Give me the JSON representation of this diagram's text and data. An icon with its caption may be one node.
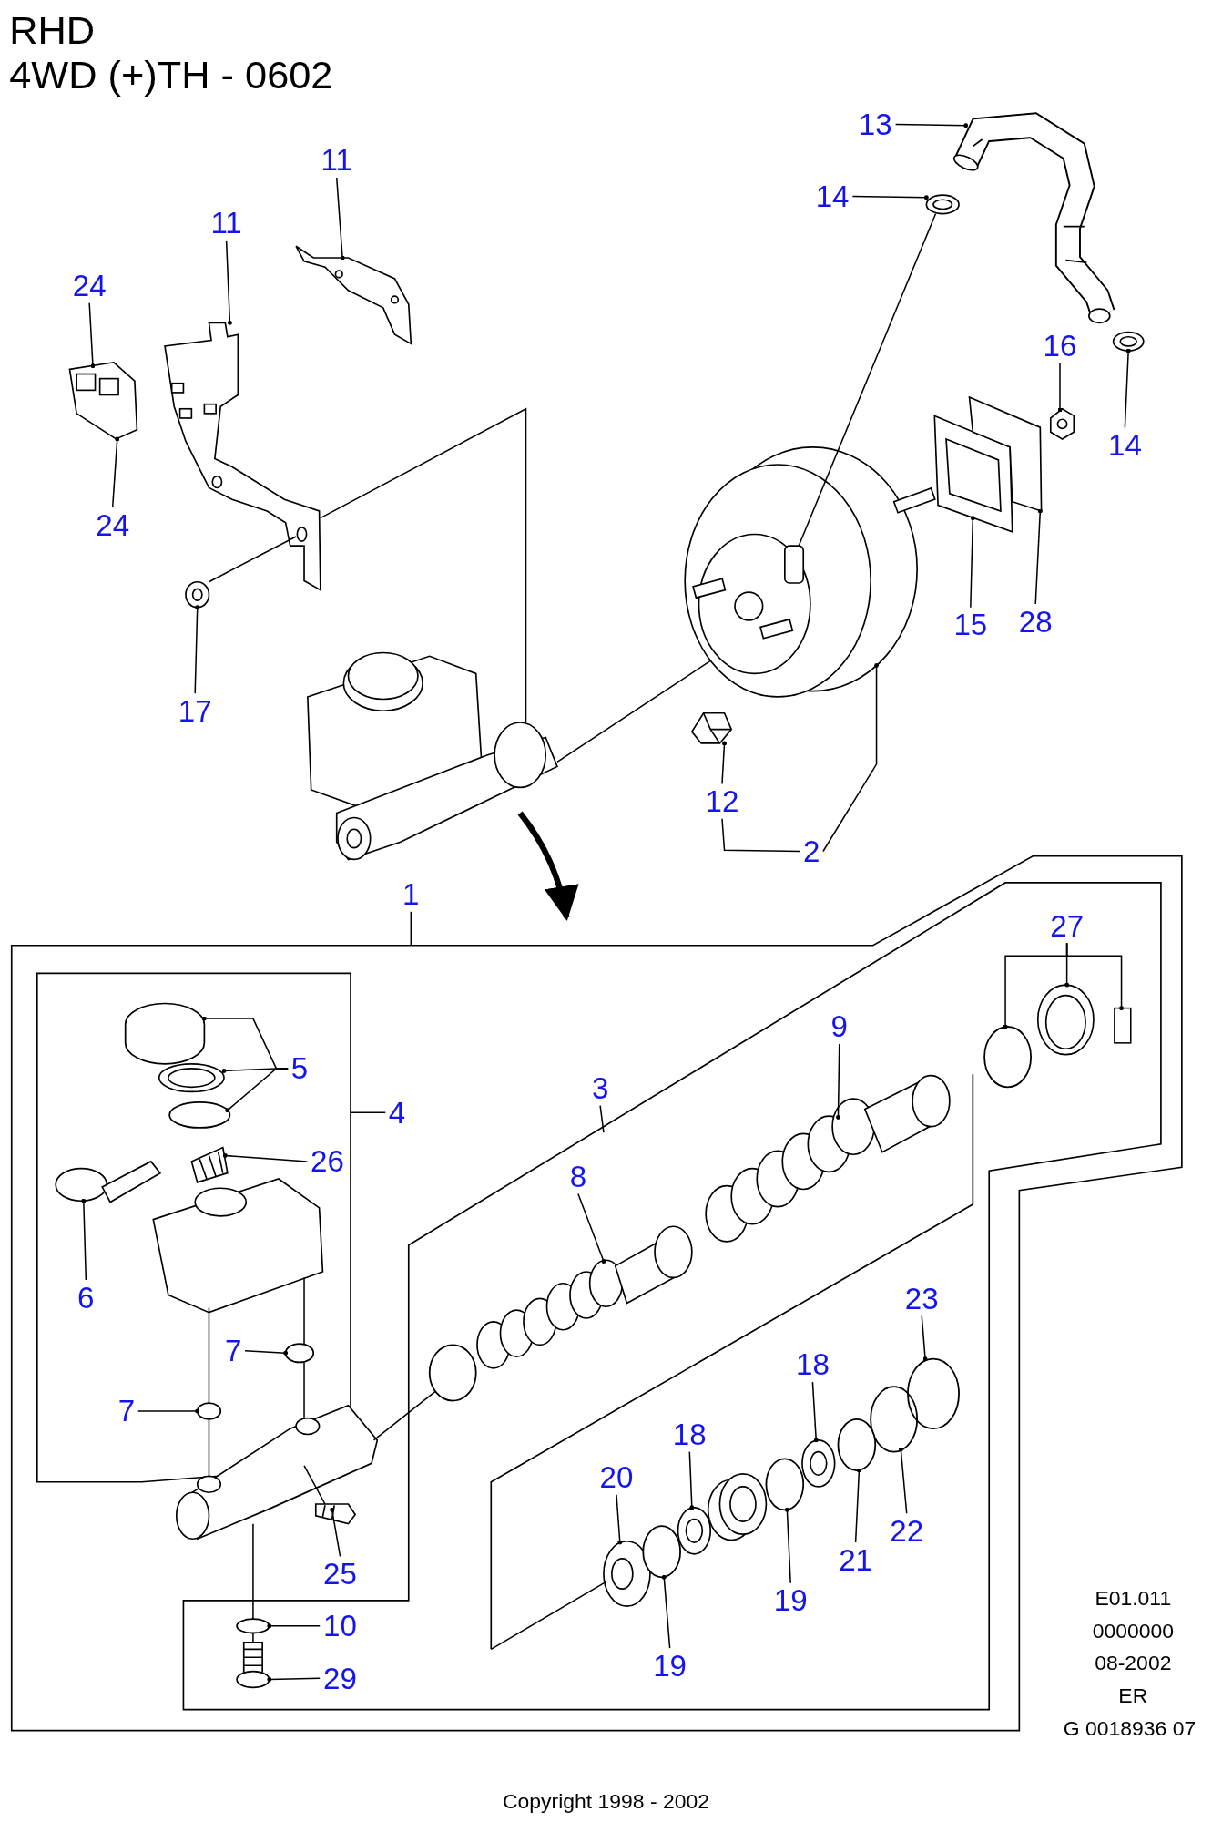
{
  "diagram": {
    "nodes": [
      {
        "text": [
          "11"
        ]
      },
      {
        "text": [
          "11"
        ]
      },
      {
        "text": [
          "24"
        ]
      },
      {
        "text": [
          "24"
        ]
      },
      {
        "text": [
          "13"
        ]
      },
      {
        "text": [
          "14"
        ]
      },
      {
        "text": [
          "16"
        ]
      },
      {
        "text": [
          "14"
        ]
      },
      {
        "text": [
          "15"
        ]
      },
      {
        "text": [
          "28"
        ]
      },
      {
        "text": [
          "17"
        ]
      },
      {
        "text": [
          "12"
        ]
      },
      {
        "text": [
          "2"
        ]
      },
      {
        "text": [
          "1"
        ]
      },
      {
        "text": [
          "3"
        ]
      },
      {
        "text": [
          "9"
        ]
      },
      {
        "text": [
          "27"
        ]
      },
      {
        "text": [
          "8"
        ]
      },
      {
        "text": [
          "5"
        ]
      },
      {
        "text": [
          "4"
        ]
      },
      {
        "text": [
          "26"
        ]
      },
      {
        "text": [
          "6"
        ]
      },
      {
        "text": [
          "7"
        ]
      },
      {
        "text": [
          "7"
        ]
      },
      {
        "text": [
          "23"
        ]
      },
      {
        "text": [
          "18"
        ]
      },
      {
        "text": [
          "18"
        ]
      },
      {
        "text": [
          "20"
        ]
      },
      {
        "text": [
          "22"
        ]
      },
      {
        "text": [
          "21"
        ]
      },
      {
        "text": [
          "19"
        ]
      },
      {
        "text": [
          "19"
        ]
      },
      {
        "text": [
          "25"
        ]
      },
      {
        "text": [
          "10"
        ]
      },
      {
        "text": [
          "29"
        ]
      },
      {
        "text": [],
        "shape": "picture"
      },
      {
        "text": [],
        "shape": "picture"
      },
      {
        "text": [],
        "shape": "picture"
      },
      {
        "text": [],
        "shape": "picture"
      },
      {
        "text": [],
        "shape": "picture"
      },
      {
        "text": [],
        "shape": "picture"
      },
      {
        "text": [],
        "shape": "picture"
      },
      {
        "text": [],
        "shape": "picture"
      },
      {
        "text": [],
        "shape": "picture"
      },
      {
        "text": [],
        "shape": "picture"
      },
      {
        "text": [],
        "shape": "picture"
      },
      {
        "text": [],
        "shape": "picture"
      },
      {
        "text": [],
        "shape": "picture"
      },
      {
        "text": [],
        "shape": "circle"
      },
      {
        "text": [],
        "shape": "picture"
      },
      {
        "text": [],
        "shape": "box"
      },
      {
        "text": [],
        "shape": "picture"
      },
      {
        "text": [],
        "shape": "cylinder"
      },
      {
        "text": [],
        "shape": "picture"
      },
      {
        "text": [],
        "shape": "circle"
      },
      {
        "text": [],
        "shape": "picture"
      },
      {
        "text": [],
        "shape": "picture"
      },
      {
        "text": [],
        "shape": "circle"
      },
      {
        "text": [],
        "shape": "circle"
      },
      {
        "text": [],
        "shape": "circle"
      },
      {
        "text": [],
        "shape": "picture"
      },
      {
        "text": [],
        "shape": "picture"
      },
      {
        "text": [],
        "shape": "picture"
      },
      {
        "text": [],
        "shape": "circle"
      },
      {
        "text": [],
        "shape": "circle"
      },
      {
        "text": [],
        "shape": "circle"
      },
      {
        "text": [],
        "shape": "circle"
      },
      {
        "text": [],
        "shape": "picture"
      },
      {
        "text": [],
        "shape": "circle"
      },
      {
        "text": [],
        "shape": "picture"
      },
      {
        "text": [],
        "shape": "picture"
      },
      {
        "text": [],
        "shape": "picture"
      },
      {
        "text": [],
        "shape": "picture"
      },
      {
        "text": [],
        "shape": "circle"
      }
    ],
    "edges": [
      {
        "from": 0,
        "to": 35,
        "arrow": "other"
      },
      {
        "from": 1,
        "to": 36,
        "arrow": "other"
      },
      {
        "from": 2,
        "to": 37,
        "arrow": "other"
      },
      {
        "from": 3,
        "to": 37,
        "arrow": "other"
      },
      {
        "from": 4,
        "to": 38,
        "arrow": "other"
      },
      {
        "from": 5,
        "to": 39,
        "arrow": "other"
      },
      {
        "from": 6,
        "to": 40,
        "arrow": "other"
      },
      {
        "from": 7,
        "to": 41,
        "arrow": "other"
      },
      {
        "from": 8,
        "to": 42,
        "arrow": "other"
      },
      {
        "from": 9,
        "to": 43,
        "arrow": "other"
      },
      {
        "from": 10,
        "to": 44,
        "arrow": "other"
      },
      {
        "from": 11,
        "to": 45,
        "arrow": "other"
      },
      {
        "from": 12,
        "to": 46,
        "arrow": "other"
      },
      {
        "from": 12,
        "to": 11,
        "arrow": "none"
      },
      {
        "from": 13,
        "to": null,
        "arrow": "none"
      },
      {
        "from": 14,
        "to": null,
        "arrow": "none"
      },
      {
        "from": 15,
        "to": 47,
        "arrow": "other"
      },
      {
        "from": 16,
        "to": 48,
        "arrow": "other"
      },
      {
        "from": 16,
        "to": 49,
        "arrow": "other"
      },
      {
        "from": 16,
        "to": 50,
        "arrow": "other"
      },
      {
        "from": 17,
        "to": 51,
        "arrow": "other"
      },
      {
        "from": 18,
        "to": 52,
        "arrow": "other"
      },
      {
        "from": 18,
        "to": 53,
        "arrow": "other"
      },
      {
        "from": 18,
        "to": 54,
        "arrow": "other"
      },
      {
        "from": 19,
        "to": null,
        "arrow": "none"
      },
      {
        "from": 20,
        "to": 55,
        "arrow": "other"
      },
      {
        "from": 21,
        "to": 56,
        "arrow": "other"
      },
      {
        "from": 22,
        "to": 57,
        "arrow": "other"
      },
      {
        "from": 23,
        "to": 58,
        "arrow": "other"
      },
      {
        "from": 24,
        "to": 59,
        "arrow": "other"
      },
      {
        "from": 25,
        "to": 60,
        "arrow": "other"
      },
      {
        "from": 26,
        "to": 61,
        "arrow": "other"
      },
      {
        "from": 27,
        "to": 62,
        "arrow": "other"
      },
      {
        "from": 28,
        "to": 63,
        "arrow": "other"
      },
      {
        "from": 29,
        "to": 64,
        "arrow": "other"
      },
      {
        "from": 30,
        "to": 65,
        "arrow": "other"
      },
      {
        "from": 31,
        "to": 66,
        "arrow": "other"
      },
      {
        "from": 32,
        "to": 67,
        "arrow": "other"
      },
      {
        "from": 33,
        "to": 68,
        "arrow": "other"
      },
      {
        "from": 34,
        "to": 69,
        "arrow": "other"
      },
      {
        "from": 36,
        "to": 70,
        "arrow": "none"
      },
      {
        "from": 70,
        "to": 46,
        "arrow": "none"
      },
      {
        "from": 44,
        "to": 36,
        "arrow": "none"
      },
      {
        "from": 46,
        "to": 39,
        "arrow": "none"
      },
      {
        "from": 71,
        "to": 58,
        "arrow": "none"
      },
      {
        "from": 58,
        "to": 72,
        "arrow": "none"
      },
      {
        "from": 71,
        "to": 57,
        "arrow": "none"
      },
      {
        "from": 57,
        "to": 72,
        "arrow": "none"
      },
      {
        "from": 72,
        "to": 68,
        "arrow": "none"
      },
      {
        "from": 68,
        "to": 69,
        "arrow": "none"
      },
      {
        "from": 72,
        "to": 67,
        "arrow": "none"
      },
      {
        "from": 72,
        "to": 73,
        "arrow": "none"
      },
      {
        "from": null,
        "to": 62,
        "arrow": "none"
      }
    ],
    "labels": [
      "RHD",
      "4WD (+)TH - 0602",
      "E01.011",
      "0000000",
      "08-2002",
      "ER",
      "G 0018936 07",
      "Copyright 1998 - 2002"
    ]
  }
}
